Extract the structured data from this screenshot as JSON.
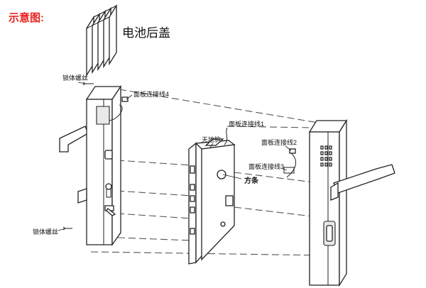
{
  "title": "示意图:",
  "labels": {
    "battery_cover": "电池后盖",
    "body_screw_top": "锁体螺丝",
    "body_screw_bottom": "锁体螺丝",
    "panel_wire_1": "面板连接线1",
    "panel_wire_2": "面板连接线2",
    "panel_wire_3": "面板连接线3",
    "panel_wire_4": "面板连接线4",
    "sky_earth_hook": "天地钩",
    "square_bar": "方条"
  },
  "colors": {
    "title": "#e8231f",
    "line": "#222222",
    "dash": "#555555"
  }
}
